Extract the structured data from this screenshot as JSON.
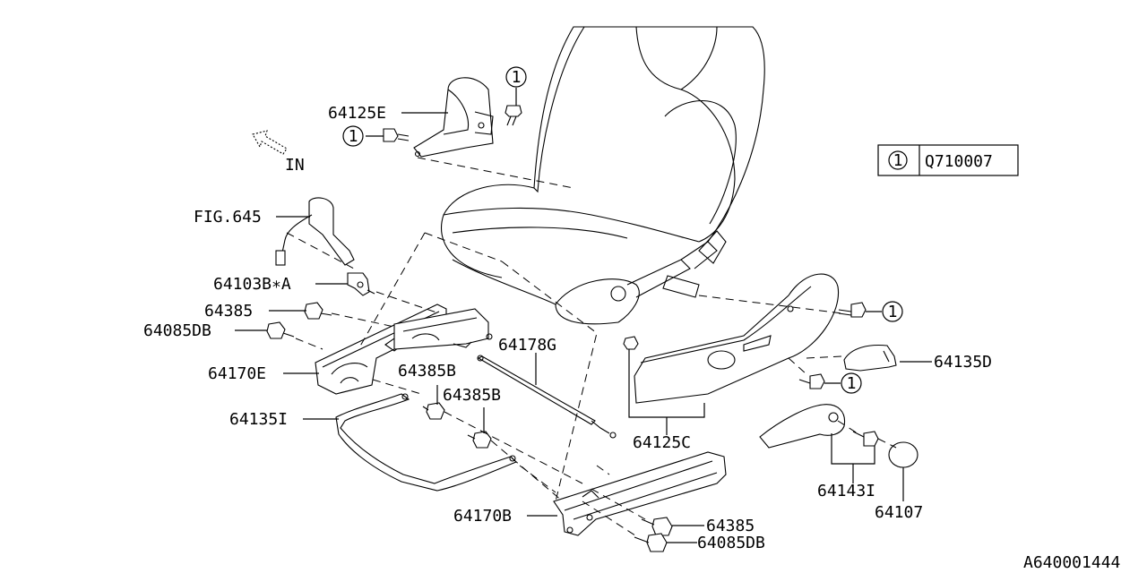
{
  "labels": {
    "p64125E": "64125E",
    "fig645": "FIG.645",
    "p64103B": "64103B∗A",
    "p64385_top": "64385",
    "p64085DB_top": "64085DB",
    "p64170E": "64170E",
    "p64385B_1": "64385B",
    "p64385B_2": "64385B",
    "p64178G": "64178G",
    "p64135I": "64135I",
    "p64125C": "64125C",
    "p64135D": "64135D",
    "p64143I": "64143I",
    "p64107": "64107",
    "p64170B": "64170B",
    "p64385_bot": "64385",
    "p64085DB_bot": "64085DB",
    "in_arrow": "IN",
    "diagram_id": "A640001444"
  },
  "callout": {
    "symbol": "1",
    "part_number": "Q710007"
  },
  "circle_refs": [
    "1",
    "1",
    "1",
    "1"
  ]
}
